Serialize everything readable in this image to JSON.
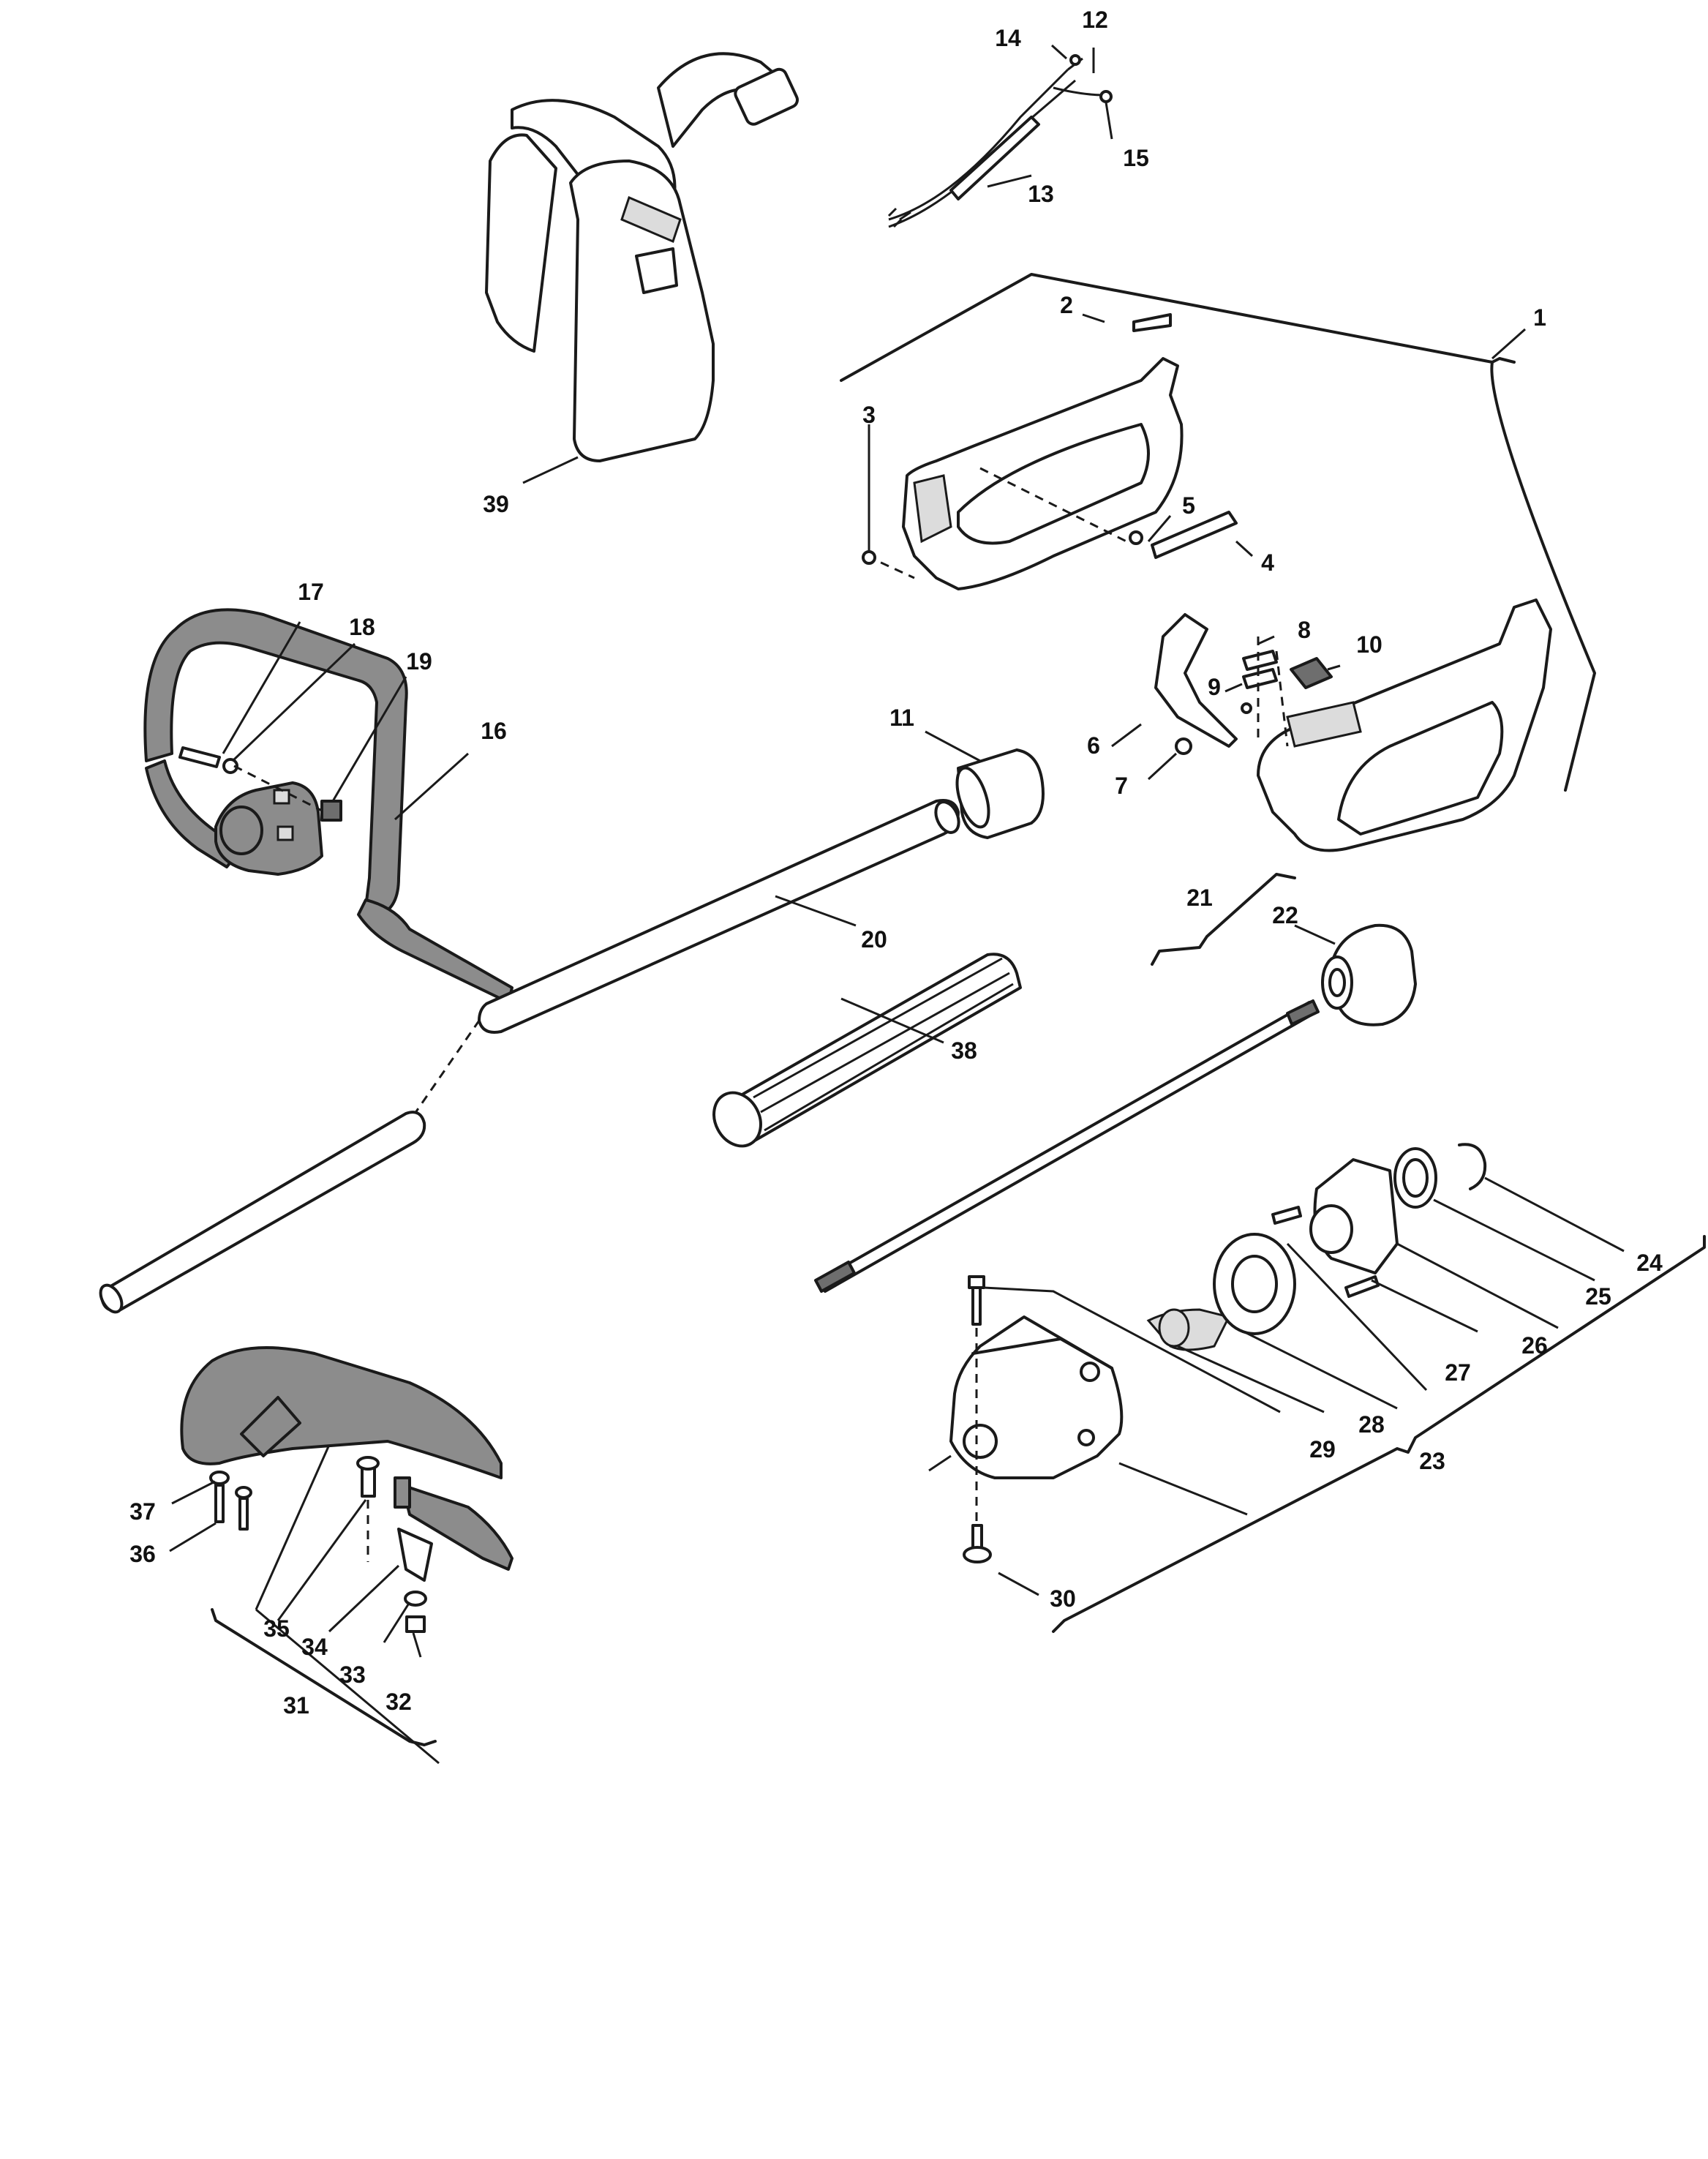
{
  "diagram": {
    "callouts": [
      "1",
      "2",
      "3",
      "4",
      "5",
      "6",
      "7",
      "8",
      "9",
      "10",
      "11",
      "12",
      "13",
      "14",
      "15",
      "16",
      "17",
      "18",
      "19",
      "20",
      "21",
      "22",
      "23",
      "24",
      "25",
      "26",
      "27",
      "28",
      "29",
      "30",
      "31",
      "32",
      "33",
      "34",
      "35",
      "36",
      "37",
      "38",
      "39"
    ]
  },
  "colors": {
    "line": "#1a1a1a",
    "shaded_part": "#8c8c8c",
    "background": "#ffffff"
  }
}
